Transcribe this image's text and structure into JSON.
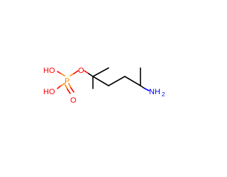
{
  "molecule": {
    "atoms": {
      "ho_top": "HO",
      "ho_bottom": "HO",
      "phosphorus": "P",
      "ester_oxygen": "O",
      "double_oxygen": "O",
      "amine_N": "NH",
      "amine_sub": "2"
    },
    "colors": {
      "oxygen": "#ff0000",
      "phosphorus": "#ff8000",
      "nitrogen": "#0000ff",
      "carbon_bond": "#000000"
    }
  }
}
